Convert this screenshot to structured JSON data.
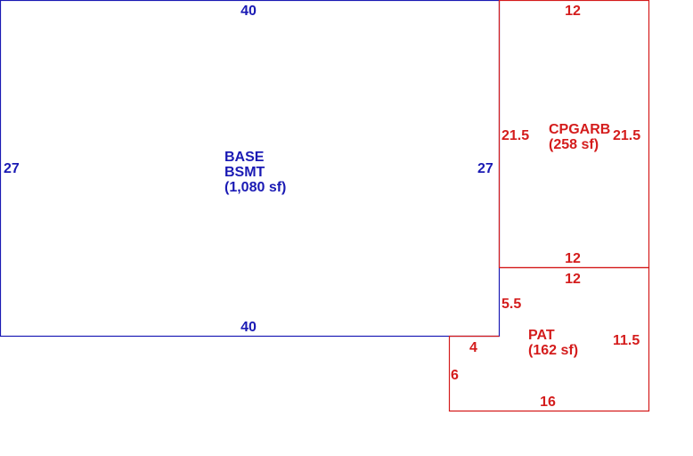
{
  "colors": {
    "base": "#1a1ab4",
    "addition": "#d41c1c"
  },
  "areas": {
    "base": {
      "name_line1": "BASE",
      "name_line2": "BSMT",
      "area": "(1,080 sf)",
      "dims": {
        "top": "40",
        "bottom": "40",
        "left": "27",
        "right": "27"
      }
    },
    "cpgarb": {
      "name": "CPGARB",
      "area": "(258 sf)",
      "dims": {
        "top": "12",
        "bottom": "12",
        "left": "21.5",
        "right": "21.5"
      }
    },
    "pat": {
      "name": "PAT",
      "area": "(162 sf)",
      "dims": {
        "top": "12",
        "left_upper": "5.5",
        "step": "4",
        "left_lower": "6",
        "right": "11.5",
        "bottom": "16"
      }
    }
  }
}
